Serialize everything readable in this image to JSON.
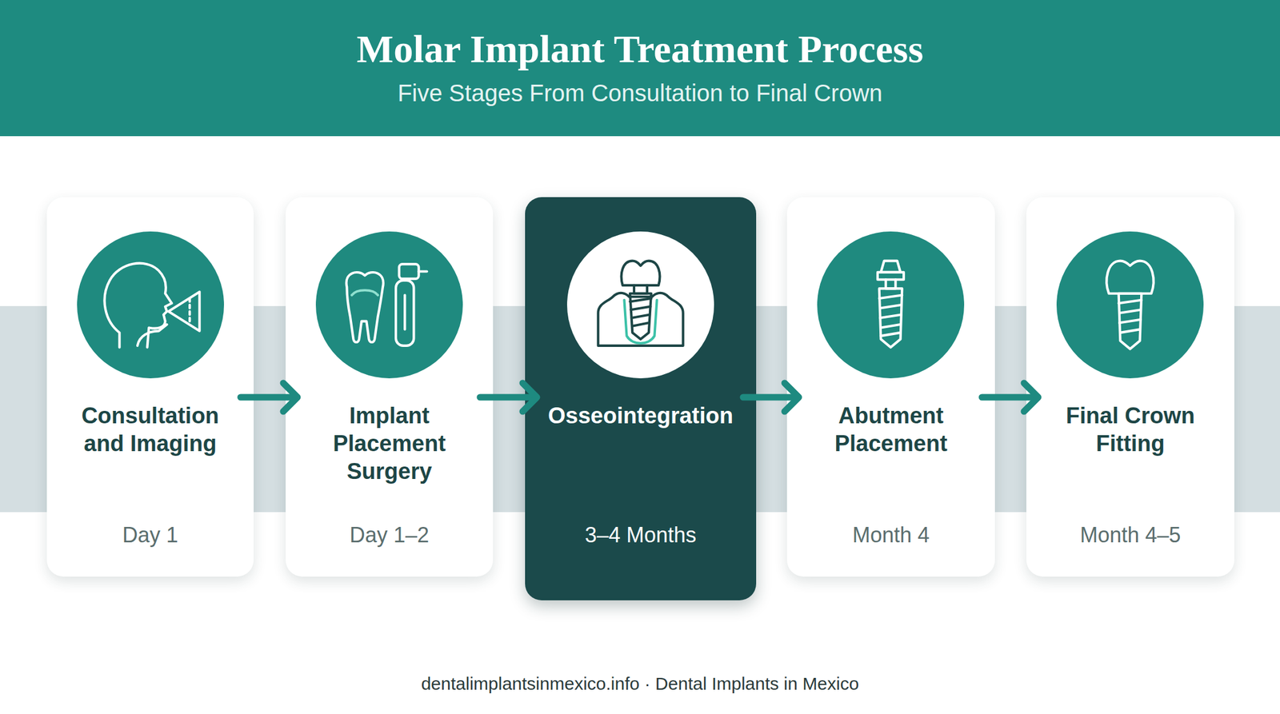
{
  "diagram": {
    "title": "Molar Implant Treatment Process",
    "nodes": [
      {
        "text": [
          "Consultation and Imaging",
          "Day 1"
        ]
      },
      {
        "text": [
          "Implant Placement Surgery",
          "Day 1–2"
        ]
      },
      {
        "text": [
          "Osseointegration",
          "3–4 Months"
        ]
      },
      {
        "text": [
          "Abutment Placement",
          "Month 4"
        ]
      },
      {
        "text": [
          "Final Crown Fitting",
          "Month 4–5"
        ]
      }
    ],
    "edges": [
      {
        "from": 0,
        "to": 1,
        "arrow": "to"
      },
      {
        "from": 1,
        "to": 2,
        "arrow": "to"
      },
      {
        "from": 2,
        "to": 3,
        "arrow": "to"
      },
      {
        "from": 3,
        "to": 4,
        "arrow": "to"
      }
    ],
    "labels": [
      "Five Stages From Consultation to Final Crown",
      "dentalimplantsinmexico.info · Dental Implants in Mexico"
    ]
  }
}
